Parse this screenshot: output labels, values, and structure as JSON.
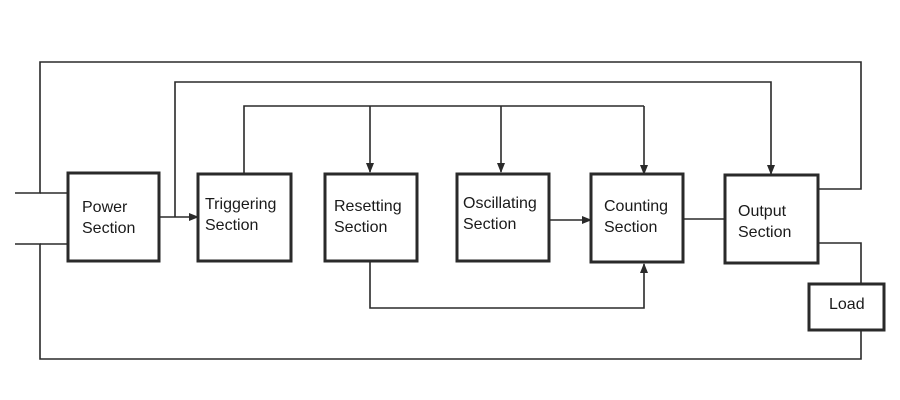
{
  "blocks": {
    "power": {
      "line1": "Power",
      "line2": "Section"
    },
    "triggering": {
      "line1": "Triggering",
      "line2": "Section"
    },
    "resetting": {
      "line1": "Resetting",
      "line2": "Section"
    },
    "oscillating": {
      "line1": "Oscillating",
      "line2": "Section"
    },
    "counting": {
      "line1": "Counting",
      "line2": "Section"
    },
    "output": {
      "line1": "Output",
      "line2": "Section"
    },
    "load": {
      "line1": "Load"
    }
  },
  "colors": {
    "line": "#2a2a2a"
  }
}
